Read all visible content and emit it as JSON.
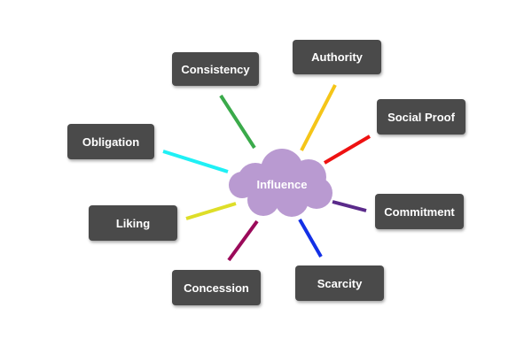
{
  "hub": {
    "label": "Influence",
    "color": "#b99ad1"
  },
  "nodes": [
    {
      "id": "consistency",
      "label": "Consistency",
      "line_color": "#3aaa4a"
    },
    {
      "id": "authority",
      "label": "Authority",
      "line_color": "#f5c518"
    },
    {
      "id": "social-proof",
      "label": "Social Proof",
      "line_color": "#ee1111"
    },
    {
      "id": "obligation",
      "label": "Obligation",
      "line_color": "#1ff0f5"
    },
    {
      "id": "commitment",
      "label": "Commitment",
      "line_color": "#5a2a8a"
    },
    {
      "id": "liking",
      "label": "Liking",
      "line_color": "#dede28"
    },
    {
      "id": "concession",
      "label": "Concession",
      "line_color": "#9b0a5a"
    },
    {
      "id": "scarcity",
      "label": "Scarcity",
      "line_color": "#1330e6"
    }
  ]
}
